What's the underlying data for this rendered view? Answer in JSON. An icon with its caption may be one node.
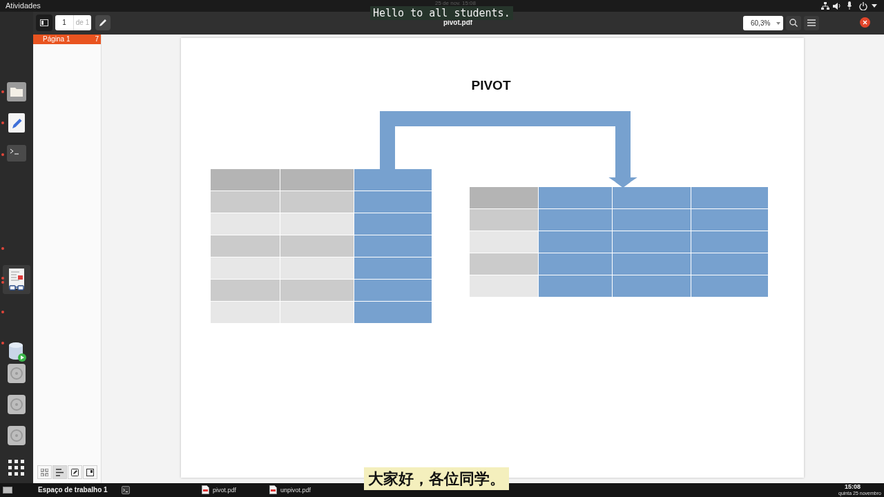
{
  "diagram": {
    "title": "PIVOT",
    "nodes": [
      {
        "text": [],
        "shape": "table"
      },
      {
        "text": [],
        "shape": "table"
      }
    ],
    "edges": [
      {
        "from": 0,
        "to": 1,
        "arrow": "to"
      }
    ],
    "labels": [
      "Atividades",
      "25 de nov. 15:08",
      "Hello to all students.",
      "1",
      "de 1",
      "pivot.pdf",
      "60,3%",
      "Página 1",
      "7",
      "大家好，各位同学。",
      "Espaço de trabalho 1",
      "pivot.pdf",
      "unpivot.pdf",
      "15:08",
      "quinta 25 novembro"
    ]
  }
}
